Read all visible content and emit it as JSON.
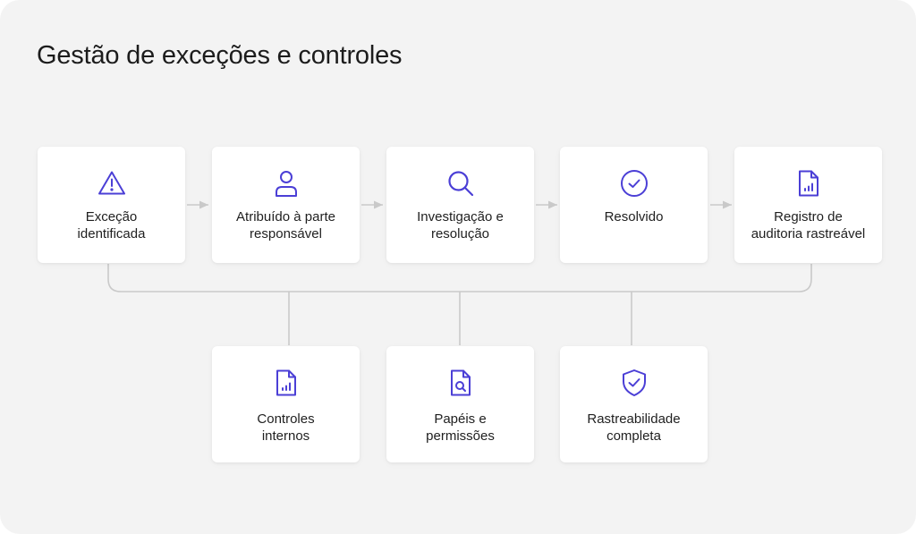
{
  "title": "Gestão de exceções e controles",
  "colors": {
    "accent": "#4b3fd6",
    "connector": "#c9c9c9",
    "panel": "#f3f3f3",
    "card": "#ffffff"
  },
  "flow": [
    {
      "icon": "warning-triangle-icon",
      "label": "Exceção\nidentificada"
    },
    {
      "icon": "person-icon",
      "label": "Atribuído à parte\nresponsável"
    },
    {
      "icon": "search-icon",
      "label": "Investigação e\nresolução"
    },
    {
      "icon": "check-circle-icon",
      "label": "Resolvido"
    },
    {
      "icon": "report-document-icon",
      "label": "Registro de\nauditoria rastreável"
    }
  ],
  "outcomes": [
    {
      "icon": "report-document-icon",
      "label": "Controles\ninternos"
    },
    {
      "icon": "document-search-icon",
      "label": "Papéis e\npermissões"
    },
    {
      "icon": "shield-check-icon",
      "label": "Rastreabilidade\ncompleta"
    }
  ]
}
